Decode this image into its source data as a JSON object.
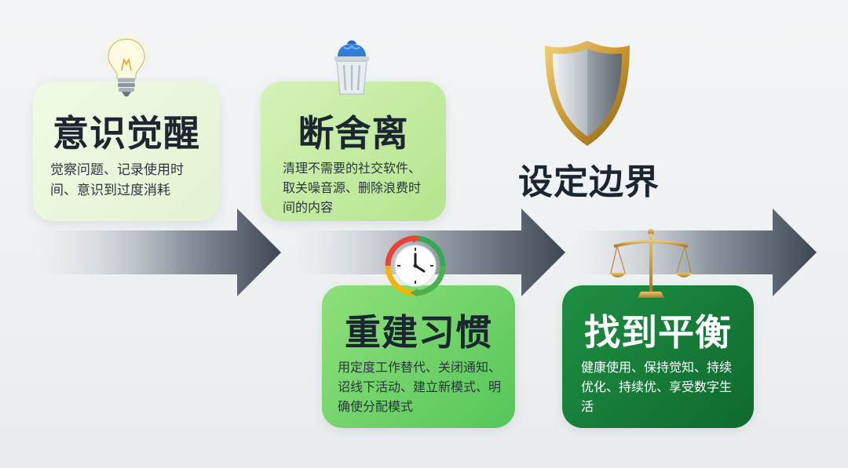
{
  "steps": [
    {
      "title": "意识觉醒",
      "description": "觉察问题、记录使用时间、意识到过度消耗",
      "icon": "lightbulb-icon"
    },
    {
      "title": "断舍离",
      "description": "清理不需要的社交软件、取关噪音源、删除浪费时间的内容",
      "icon": "trash-can-icon"
    },
    {
      "title": "设定边界",
      "icon": "shield-icon"
    },
    {
      "title": "重建习惯",
      "description": "用定度工作替代、关闭通知、诏线下活动、建立新模式、明确使分配模式",
      "icon": "clock-refresh-icon"
    },
    {
      "title": "找到平衡",
      "description": "健康使用、保持觉知、持续优化、持续优、享受数字生活",
      "icon": "balance-scale-icon"
    }
  ],
  "colors": {
    "card1": "#e6f6d8",
    "card2": "#c6ecaa",
    "card3": "#6fd26a",
    "card4": "#157a38",
    "arrow": "#3d4753",
    "title_text": "#1c2631"
  }
}
